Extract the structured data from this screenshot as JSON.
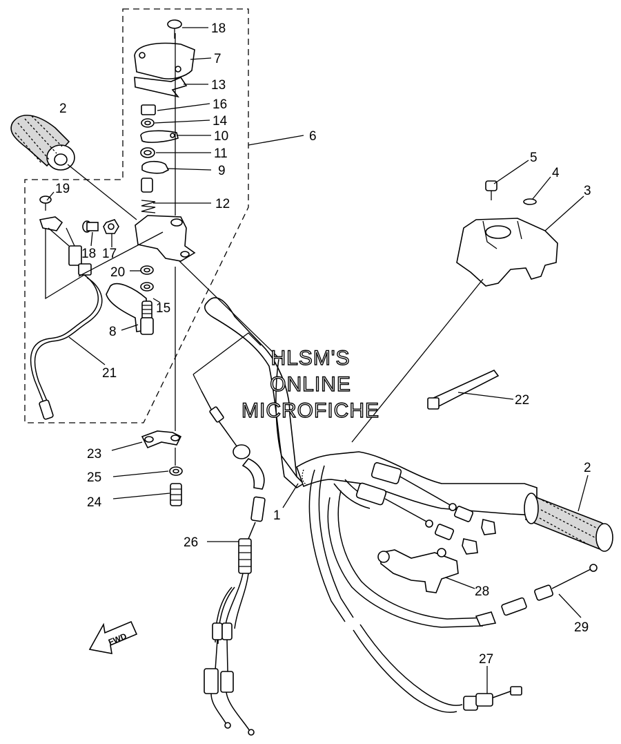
{
  "callouts": {
    "p1": "1",
    "p2a": "2",
    "p2b": "2",
    "p3": "3",
    "p4": "4",
    "p5": "5",
    "p6": "6",
    "p7": "7",
    "p8": "8",
    "p9": "9",
    "p10": "10",
    "p11": "11",
    "p12": "12",
    "p13": "13",
    "p14": "14",
    "p15": "15",
    "p16": "16",
    "p17": "17",
    "p18a": "18",
    "p18b": "18",
    "p19": "19",
    "p20": "20",
    "p21": "21",
    "p22": "22",
    "p23": "23",
    "p24": "24",
    "p25": "25",
    "p26": "26",
    "p27": "27",
    "p28": "28",
    "p29": "29"
  },
  "watermark": {
    "line1": "HLSM'S",
    "line2": "ONLINE",
    "line3": "MICROFICHE"
  },
  "direction_arrow": {
    "label": "FWD",
    "icon": "fwd-arrow-icon"
  }
}
